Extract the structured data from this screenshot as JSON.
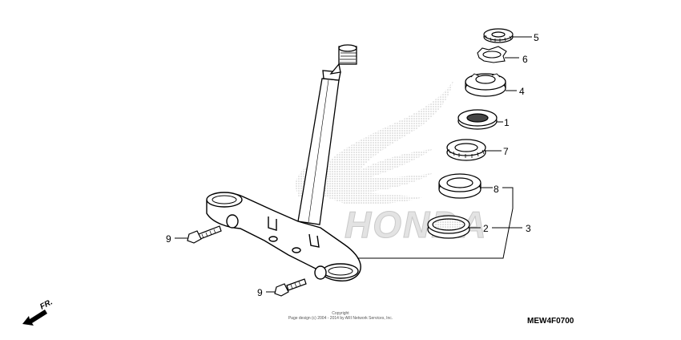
{
  "callouts": {
    "n1": "1",
    "n2": "2",
    "n3": "3",
    "n4": "4",
    "n5": "5",
    "n6": "6",
    "n7": "7",
    "n8": "8",
    "n9a": "9",
    "n9b": "9"
  },
  "direction_label": "FR.",
  "watermark_text": "HONDA",
  "footer": {
    "copyright_title": "Copyright",
    "copyright_line": "Page design (c) 2004 - 2014 by ARI Network Services, Inc.",
    "diagram_code": "MEW4F0700"
  },
  "colors": {
    "line": "#000000",
    "watermark": "#d6d6d6",
    "background": "#ffffff"
  }
}
